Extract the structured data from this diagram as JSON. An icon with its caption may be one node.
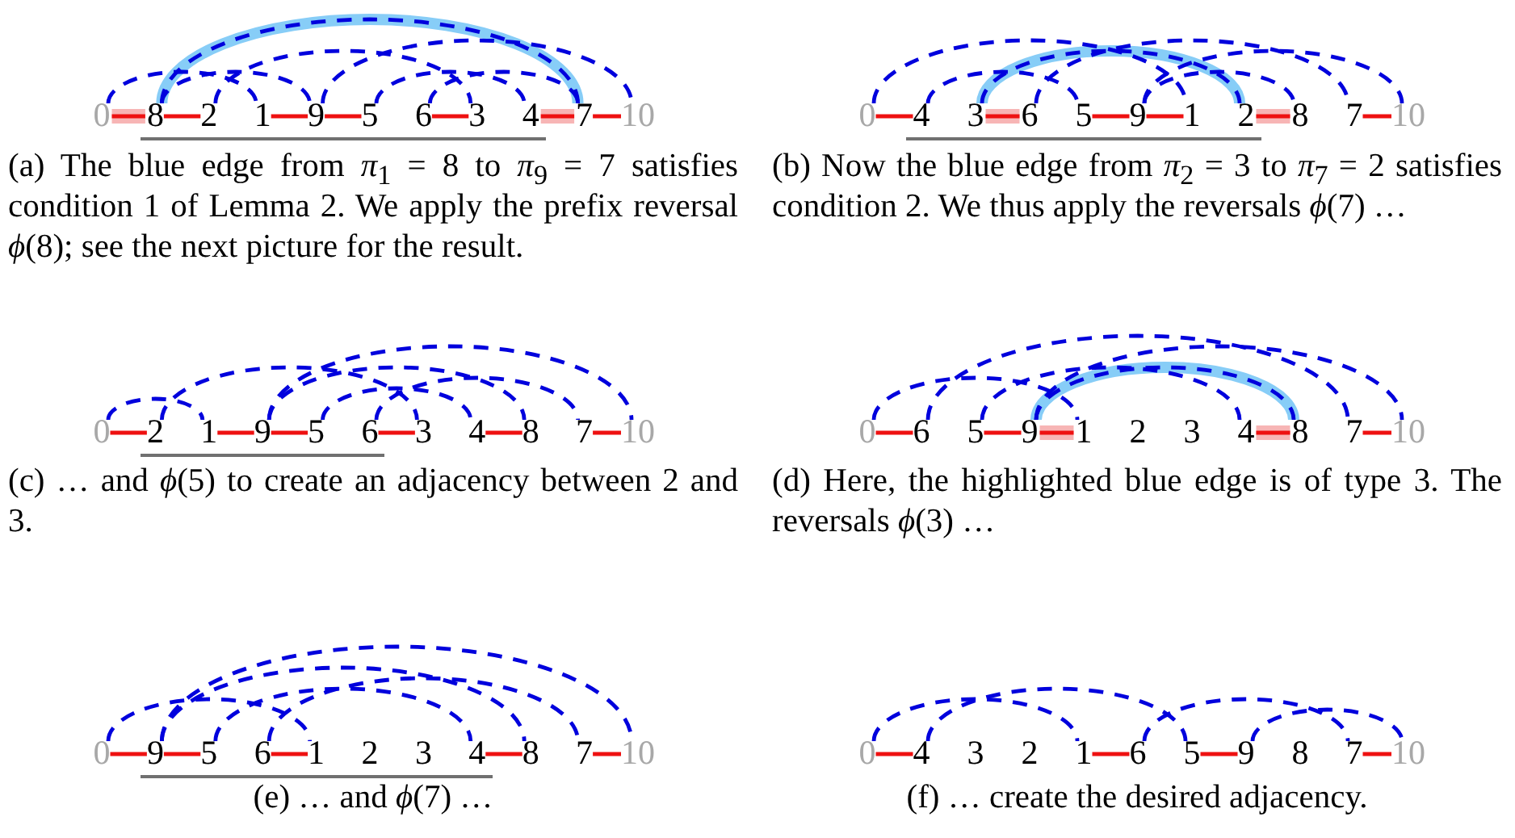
{
  "diagram": {
    "nodes": [
      {
        "text": [
          "0"
        ]
      },
      {
        "text": [
          "8"
        ]
      },
      {
        "text": [
          "2"
        ]
      },
      {
        "text": [
          "1"
        ]
      },
      {
        "text": [
          "9"
        ]
      },
      {
        "text": [
          "5"
        ]
      },
      {
        "text": [
          "6"
        ]
      },
      {
        "text": [
          "3"
        ]
      },
      {
        "text": [
          "4"
        ]
      },
      {
        "text": [
          "7"
        ]
      },
      {
        "text": [
          "10"
        ]
      },
      {
        "text": [
          "0"
        ]
      },
      {
        "text": [
          "4"
        ]
      },
      {
        "text": [
          "3"
        ]
      },
      {
        "text": [
          "6"
        ]
      },
      {
        "text": [
          "5"
        ]
      },
      {
        "text": [
          "9"
        ]
      },
      {
        "text": [
          "1"
        ]
      },
      {
        "text": [
          "2"
        ]
      },
      {
        "text": [
          "8"
        ]
      },
      {
        "text": [
          "7"
        ]
      },
      {
        "text": [
          "10"
        ]
      },
      {
        "text": [
          "0"
        ]
      },
      {
        "text": [
          "2"
        ]
      },
      {
        "text": [
          "1"
        ]
      },
      {
        "text": [
          "9"
        ]
      },
      {
        "text": [
          "5"
        ]
      },
      {
        "text": [
          "6"
        ]
      },
      {
        "text": [
          "3"
        ]
      },
      {
        "text": [
          "4"
        ]
      },
      {
        "text": [
          "8"
        ]
      },
      {
        "text": [
          "7"
        ]
      },
      {
        "text": [
          "10"
        ]
      },
      {
        "text": [
          "0"
        ]
      },
      {
        "text": [
          "6"
        ]
      },
      {
        "text": [
          "5"
        ]
      },
      {
        "text": [
          "9"
        ]
      },
      {
        "text": [
          "1"
        ]
      },
      {
        "text": [
          "2"
        ]
      },
      {
        "text": [
          "3"
        ]
      },
      {
        "text": [
          "4"
        ]
      },
      {
        "text": [
          "8"
        ]
      },
      {
        "text": [
          "7"
        ]
      },
      {
        "text": [
          "10"
        ]
      },
      {
        "text": [
          "0"
        ]
      },
      {
        "text": [
          "9"
        ]
      },
      {
        "text": [
          "5"
        ]
      },
      {
        "text": [
          "6"
        ]
      },
      {
        "text": [
          "1"
        ]
      },
      {
        "text": [
          "2"
        ]
      },
      {
        "text": [
          "3"
        ]
      },
      {
        "text": [
          "4"
        ]
      },
      {
        "text": [
          "8"
        ]
      },
      {
        "text": [
          "7"
        ]
      },
      {
        "text": [
          "10"
        ]
      },
      {
        "text": [
          "0"
        ]
      },
      {
        "text": [
          "4"
        ]
      },
      {
        "text": [
          "3"
        ]
      },
      {
        "text": [
          "2"
        ]
      },
      {
        "text": [
          "1"
        ]
      },
      {
        "text": [
          "6"
        ]
      },
      {
        "text": [
          "5"
        ]
      },
      {
        "text": [
          "9"
        ]
      },
      {
        "text": [
          "8"
        ]
      },
      {
        "text": [
          "7"
        ]
      },
      {
        "text": [
          "10"
        ]
      }
    ],
    "edges": [
      {
        "from": 0,
        "to": 1,
        "arrow": "none",
        "style": "thick",
        "color": "#f7b5b5"
      },
      {
        "from": 1,
        "to": 2,
        "arrow": "none",
        "color": "#ee1111"
      },
      {
        "from": 3,
        "to": 4,
        "arrow": "none",
        "color": "#ee1111"
      },
      {
        "from": 4,
        "to": 5,
        "arrow": "none",
        "color": "#ee1111"
      },
      {
        "from": 6,
        "to": 7,
        "arrow": "none",
        "color": "#ee1111"
      },
      {
        "from": 8,
        "to": 9,
        "arrow": "none",
        "style": "thick",
        "color": "#f7b5b5"
      },
      {
        "from": 9,
        "to": 10,
        "arrow": "none",
        "color": "#ee1111"
      },
      {
        "from": 0,
        "to": 3,
        "arrow": "none",
        "style": "dashed"
      },
      {
        "from": 2,
        "to": 7,
        "arrow": "none",
        "style": "dashed"
      },
      {
        "from": 5,
        "to": 8,
        "arrow": "none",
        "style": "dashed"
      },
      {
        "from": 6,
        "to": 9,
        "arrow": "none",
        "style": "dashed"
      },
      {
        "from": 1,
        "to": 9,
        "arrow": "none",
        "style": "thick",
        "color": "#87cdf7"
      },
      {
        "from": 1,
        "to": 4,
        "arrow": "none",
        "style": "dashed"
      },
      {
        "from": 4,
        "to": 10,
        "arrow": "none",
        "style": "dashed"
      },
      {
        "from": 11,
        "to": 12,
        "arrow": "none",
        "color": "#ee1111"
      },
      {
        "from": 13,
        "to": 14,
        "arrow": "none",
        "style": "thick",
        "color": "#f7b5b5"
      },
      {
        "from": 15,
        "to": 16,
        "arrow": "none",
        "color": "#ee1111"
      },
      {
        "from": 16,
        "to": 17,
        "arrow": "none",
        "color": "#ee1111"
      },
      {
        "from": 18,
        "to": 19,
        "arrow": "none",
        "style": "thick",
        "color": "#f7b5b5"
      },
      {
        "from": 20,
        "to": 21,
        "arrow": "none",
        "color": "#ee1111"
      },
      {
        "from": 11,
        "to": 17,
        "arrow": "none",
        "style": "dashed"
      },
      {
        "from": 13,
        "to": 18,
        "arrow": "none",
        "style": "thick",
        "color": "#87cdf7"
      },
      {
        "from": 12,
        "to": 15,
        "arrow": "none",
        "style": "dashed"
      },
      {
        "from": 14,
        "to": 20,
        "arrow": "none",
        "style": "dashed"
      },
      {
        "from": 16,
        "to": 19,
        "arrow": "none",
        "style": "dashed"
      },
      {
        "from": 16,
        "to": 21,
        "arrow": "none",
        "style": "dashed"
      },
      {
        "from": 22,
        "to": 23,
        "arrow": "none",
        "color": "#ee1111"
      },
      {
        "from": 24,
        "to": 25,
        "arrow": "none",
        "color": "#ee1111"
      },
      {
        "from": 25,
        "to": 26,
        "arrow": "none",
        "color": "#ee1111"
      },
      {
        "from": 27,
        "to": 28,
        "arrow": "none",
        "color": "#ee1111"
      },
      {
        "from": 29,
        "to": 30,
        "arrow": "none",
        "color": "#ee1111"
      },
      {
        "from": 31,
        "to": 32,
        "arrow": "none",
        "color": "#ee1111"
      },
      {
        "from": 22,
        "to": 24,
        "arrow": "none",
        "style": "dashed"
      },
      {
        "from": 23,
        "to": 28,
        "arrow": "none",
        "style": "dashed"
      },
      {
        "from": 26,
        "to": 29,
        "arrow": "none",
        "style": "dashed"
      },
      {
        "from": 27,
        "to": 31,
        "arrow": "none",
        "style": "dashed"
      },
      {
        "from": 25,
        "to": 30,
        "arrow": "none",
        "style": "dashed"
      },
      {
        "from": 25,
        "to": 32,
        "arrow": "none",
        "style": "dashed"
      },
      {
        "from": 33,
        "to": 34,
        "arrow": "none",
        "color": "#ee1111"
      },
      {
        "from": 35,
        "to": 36,
        "arrow": "none",
        "color": "#ee1111"
      },
      {
        "from": 36,
        "to": 37,
        "arrow": "none",
        "style": "thick",
        "color": "#f7b5b5"
      },
      {
        "from": 40,
        "to": 41,
        "arrow": "none",
        "style": "thick",
        "color": "#f7b5b5"
      },
      {
        "from": 42,
        "to": 43,
        "arrow": "none",
        "color": "#ee1111"
      },
      {
        "from": 33,
        "to": 37,
        "arrow": "none",
        "style": "dashed"
      },
      {
        "from": 35,
        "to": 40,
        "arrow": "none",
        "style": "dashed"
      },
      {
        "from": 34,
        "to": 42,
        "arrow": "none",
        "style": "dashed"
      },
      {
        "from": 36,
        "to": 41,
        "arrow": "none",
        "style": "thick",
        "color": "#87cdf7"
      },
      {
        "from": 36,
        "to": 43,
        "arrow": "none",
        "style": "dashed"
      },
      {
        "from": 44,
        "to": 45,
        "arrow": "none",
        "color": "#ee1111"
      },
      {
        "from": 45,
        "to": 46,
        "arrow": "none",
        "color": "#ee1111"
      },
      {
        "from": 47,
        "to": 48,
        "arrow": "none",
        "color": "#ee1111"
      },
      {
        "from": 51,
        "to": 52,
        "arrow": "none",
        "color": "#ee1111"
      },
      {
        "from": 53,
        "to": 54,
        "arrow": "none",
        "color": "#ee1111"
      },
      {
        "from": 44,
        "to": 48,
        "arrow": "none",
        "style": "dashed"
      },
      {
        "from": 46,
        "to": 51,
        "arrow": "none",
        "style": "dashed"
      },
      {
        "from": 47,
        "to": 53,
        "arrow": "none",
        "style": "dashed"
      },
      {
        "from": 45,
        "to": 52,
        "arrow": "none",
        "style": "dashed"
      },
      {
        "from": 45,
        "to": 54,
        "arrow": "none",
        "style": "dashed"
      },
      {
        "from": 55,
        "to": 56,
        "arrow": "none",
        "color": "#ee1111"
      },
      {
        "from": 59,
        "to": 60,
        "arrow": "none",
        "color": "#ee1111"
      },
      {
        "from": 61,
        "to": 62,
        "arrow": "none",
        "color": "#ee1111"
      },
      {
        "from": 64,
        "to": 65,
        "arrow": "none",
        "color": "#ee1111"
      },
      {
        "from": 55,
        "to": 59,
        "arrow": "none",
        "style": "dashed"
      },
      {
        "from": 56,
        "to": 61,
        "arrow": "none",
        "style": "dashed"
      },
      {
        "from": 60,
        "to": 64,
        "arrow": "none",
        "style": "dashed"
      },
      {
        "from": 62,
        "to": 65,
        "arrow": "none",
        "style": "dashed"
      }
    ],
    "labels": [
      "(a) The blue edge from *π*$_{1}$ = 8 to *π*$_{9}$ = 7 satisfies condition 1 of Lemma 2. We apply the prefix reversal *ϕ*(8); see the next picture for the result.",
      "(b) Now the blue edge from *π*$_{2}$ = 3 to *π*$_{7}$ = 2 satisfies condition 2. We thus apply the reversals *ϕ*(7) …",
      "(c) … and *ϕ*(5) to create an adjacency between 2 and 3.",
      "(d) Here, the highlighted blue edge is of type 3. The reversals *ϕ*(3) …",
      "(e) … and *ϕ*(7) …",
      "(f) … create the desired adjacency."
    ]
  }
}
